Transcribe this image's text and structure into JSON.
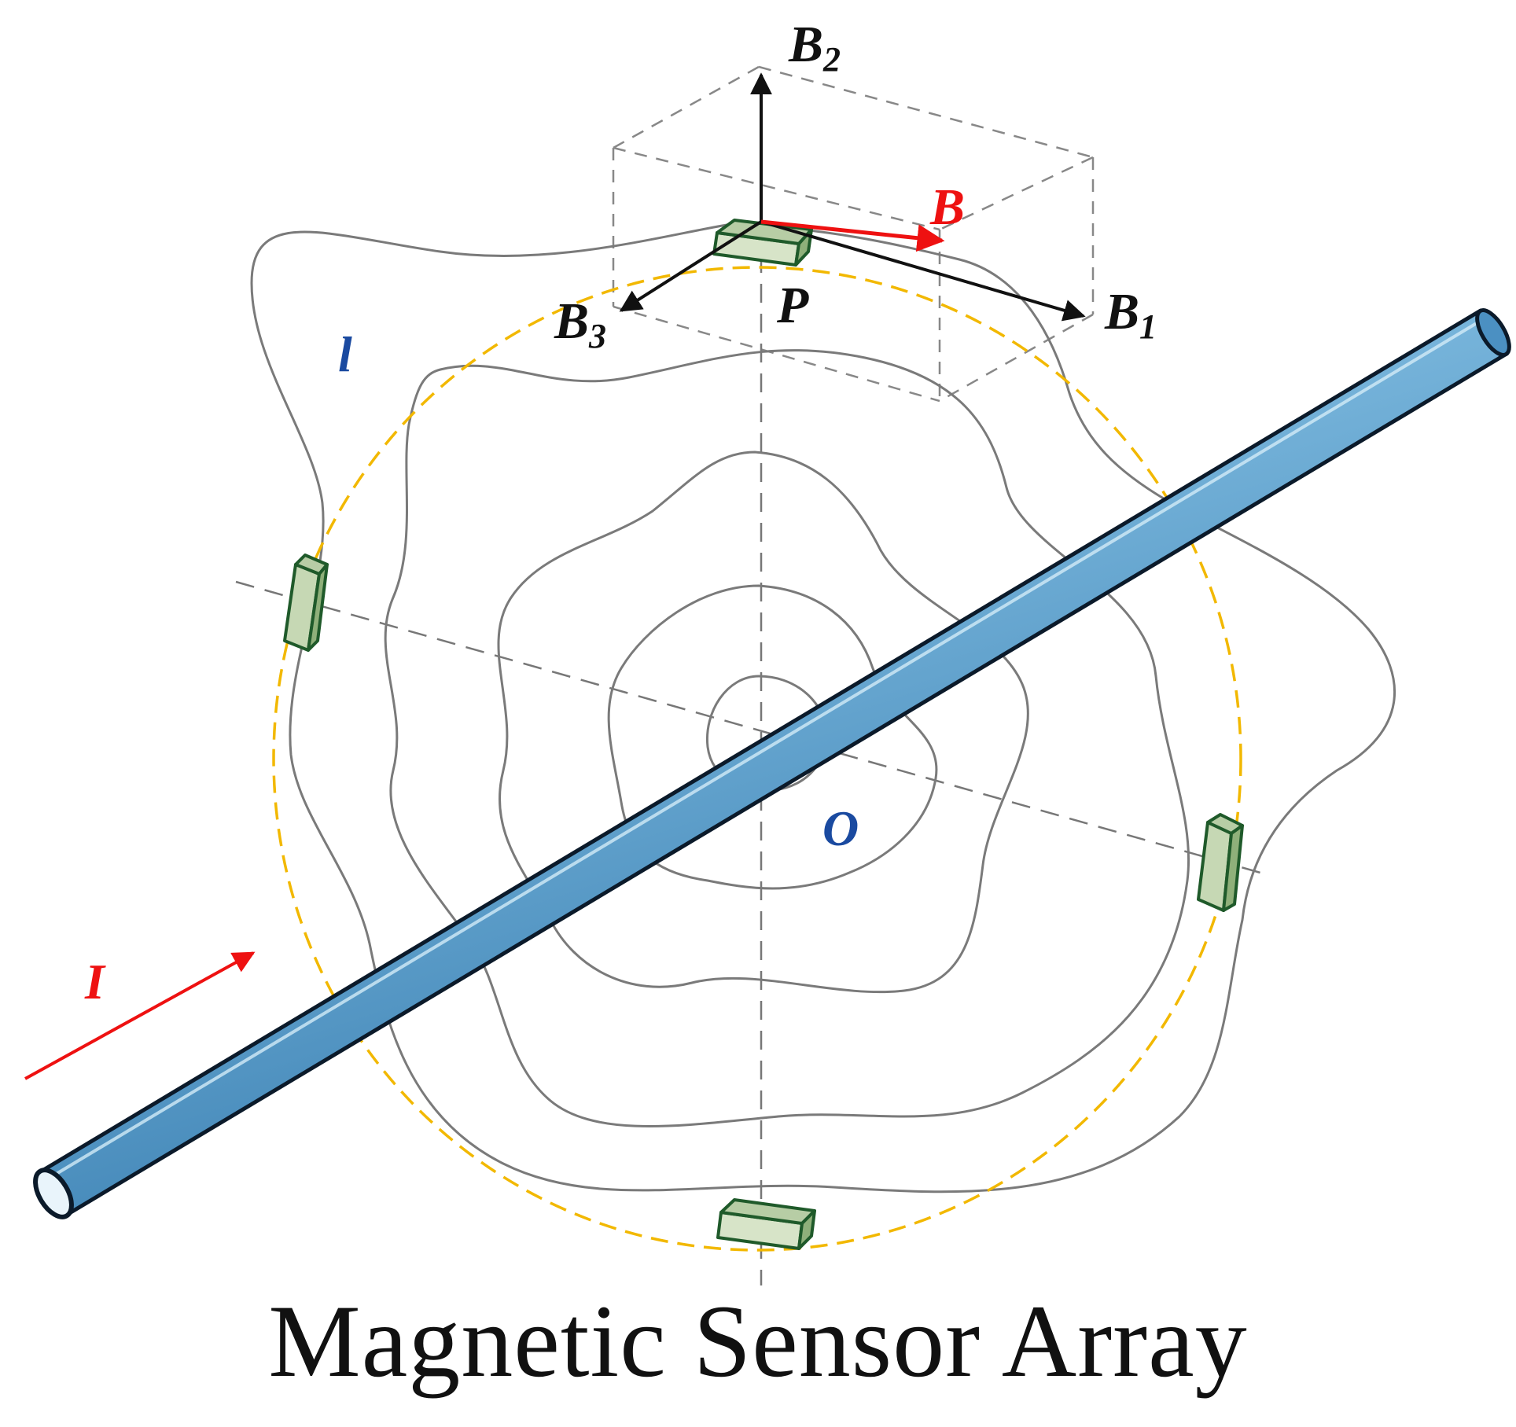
{
  "labels": {
    "b2": {
      "main": "B",
      "sub": "2"
    },
    "b": {
      "main": "B"
    },
    "b1": {
      "main": "B",
      "sub": "1"
    },
    "b3": {
      "main": "B",
      "sub": "3"
    },
    "p": "P",
    "l": "l",
    "o": "O",
    "i": "I"
  },
  "caption": "Magnetic Sensor Array",
  "colors": {
    "conductor_fill": "#5a9cc8",
    "conductor_highlight": "#a9d2ea",
    "sensor_fill": "#d7e4c8",
    "sensor_edge": "#1f5a2a",
    "loop_dash": "#f2b800",
    "contour": "#7a7a7a",
    "red_vector": "#ee1111",
    "label_blue": "#1a4aa0"
  }
}
